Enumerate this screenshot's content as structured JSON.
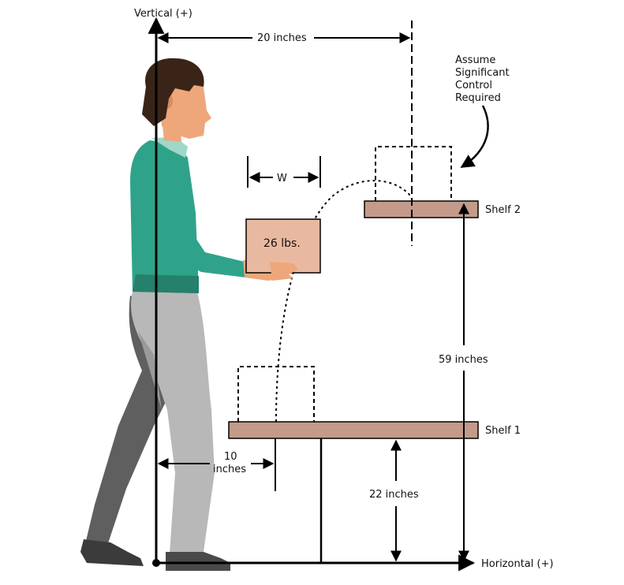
{
  "axes": {
    "vertical_label": "Vertical (+)",
    "horizontal_label": "Horizontal (+)"
  },
  "dimensions": {
    "reach_top": "20 inches",
    "reach_bottom_line1": "10",
    "reach_bottom_line2": "inches",
    "width_label": "W",
    "shelf2_height": "59 inches",
    "shelf1_height": "22 inches"
  },
  "load": {
    "weight_label": "26 lbs."
  },
  "shelves": {
    "shelf1_label": "Shelf 1",
    "shelf2_label": "Shelf 2"
  },
  "note": {
    "line1": "Assume",
    "line2": "Significant",
    "line3": "Control",
    "line4": "Required"
  },
  "colors": {
    "shelf": "#c49a8a",
    "box": "#e8b9a0",
    "shirt": "#2fa38a",
    "pants_front": "#b8b8b8",
    "pants_back": "#5f5f5f",
    "skin": "#eea77a",
    "hair": "#3a2418"
  }
}
